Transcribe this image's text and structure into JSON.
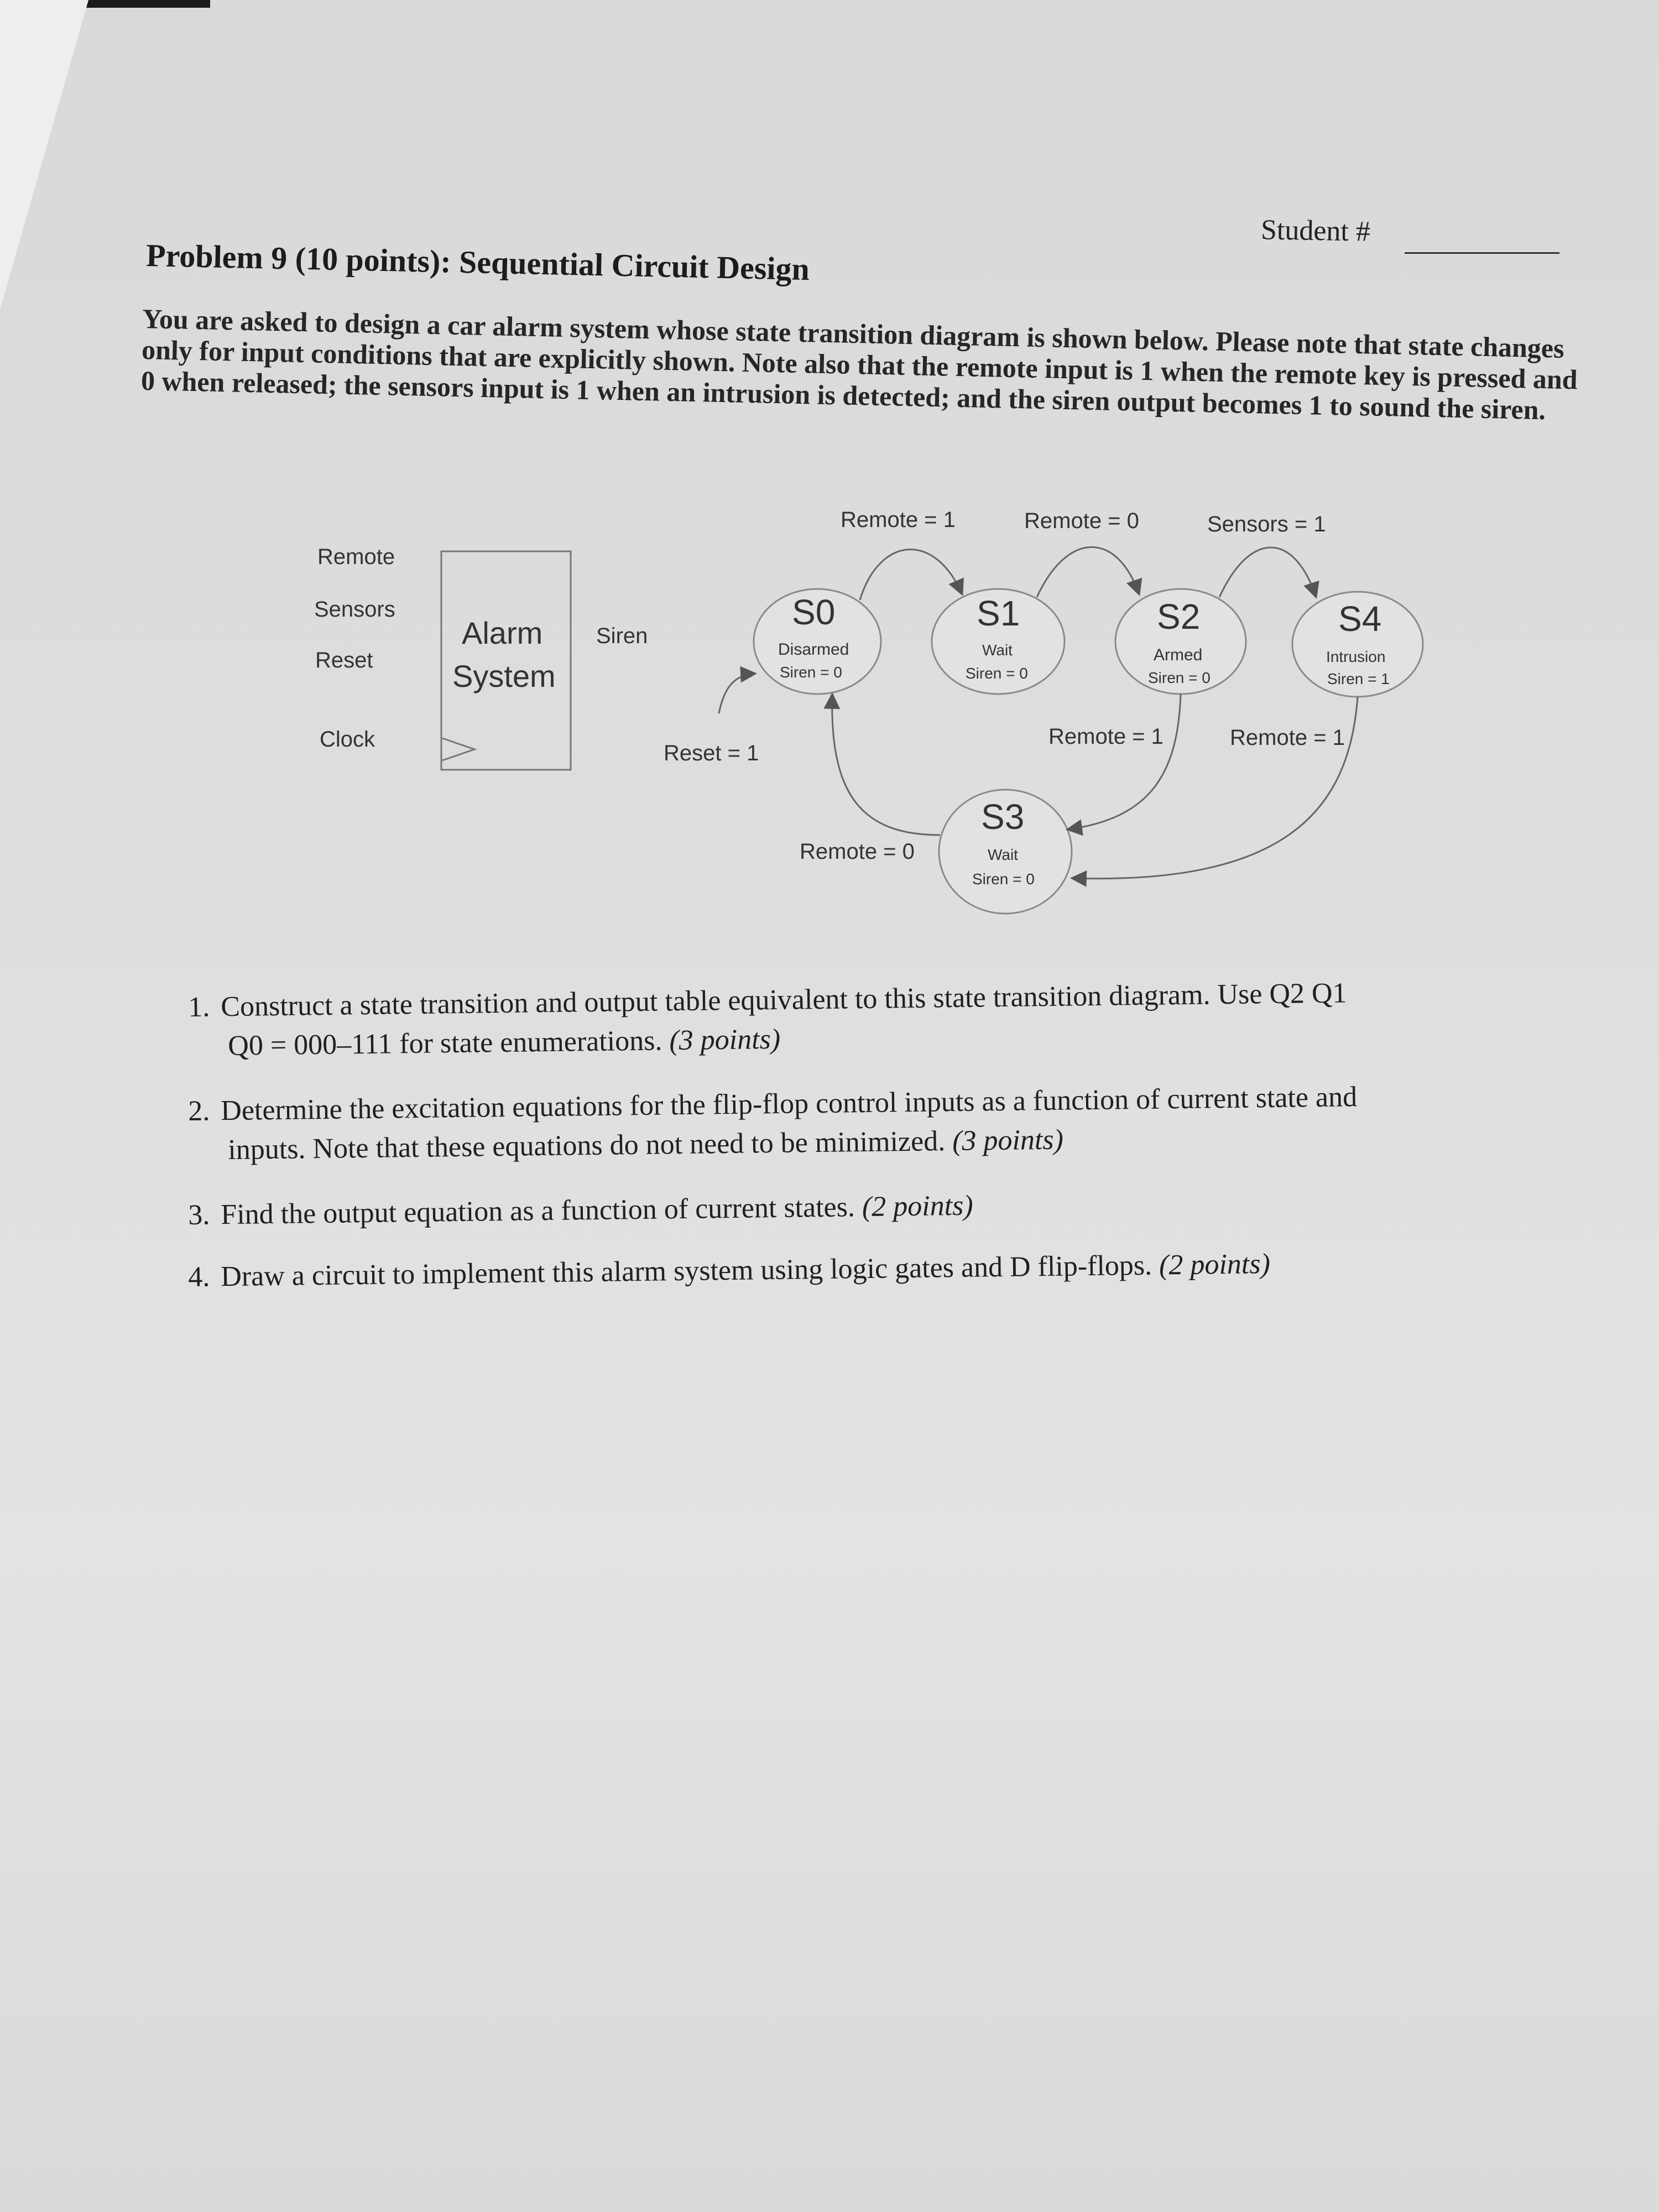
{
  "header": {
    "student_label": "Student #"
  },
  "problem": {
    "title": "Problem 9 (10 points): Sequential Circuit Design",
    "intro": "You are asked to design a car alarm system whose state transition diagram is shown below. Please note that state changes only for input conditions that are explicitly shown. Note also that the remote input is 1 when the remote key is pressed and 0 when released; the sensors input is 1 when an intrusion is detected; and the siren output becomes 1 to sound the siren."
  },
  "block": {
    "inputs": [
      "Remote",
      "Sensors",
      "Reset",
      "Clock"
    ],
    "name_line1": "Alarm",
    "name_line2": "System",
    "output": "Siren"
  },
  "states": [
    {
      "id": "S0",
      "desc": "Disarmed",
      "out": "Siren = 0"
    },
    {
      "id": "S1",
      "desc": "Wait",
      "out": "Siren = 0"
    },
    {
      "id": "S2",
      "desc": "Armed",
      "out": "Siren = 0"
    },
    {
      "id": "S3",
      "desc": "Wait",
      "out": "Siren = 0"
    },
    {
      "id": "S4",
      "desc": "Intrusion",
      "out": "Siren = 1"
    }
  ],
  "transitions": {
    "s0_s1": "Remote = 1",
    "s1_s2": "Remote = 0",
    "s2_s4": "Sensors = 1",
    "s2_s3": "Remote = 1",
    "s4_s3": "Remote = 1",
    "s3_s0": "Remote = 0",
    "reset": "Reset = 1"
  },
  "questions": [
    {
      "num": "1.",
      "text": "Construct a state transition and output table equivalent to this state transition diagram. Use Q2 Q1",
      "cont": "Q0 = 000–111 for state enumerations.",
      "pts": "(3 points)"
    },
    {
      "num": "2.",
      "text": "Determine the excitation equations for the flip-flop control inputs as a function of current state and",
      "cont": "inputs. Note that these equations do not need to be minimized.",
      "pts": "(3 points)"
    },
    {
      "num": "3.",
      "text": "Find the output equation as a function of current states.",
      "pts": "(2 points)"
    },
    {
      "num": "4.",
      "text": "Draw a circuit to implement this alarm system using logic gates and D flip-flops.",
      "pts": "(2 points)"
    }
  ]
}
